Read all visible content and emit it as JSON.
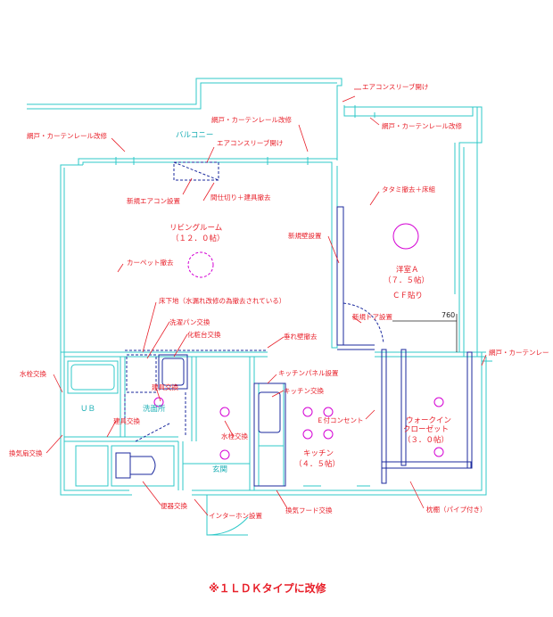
{
  "rooms": {
    "balcony": "バルコニー",
    "living": "リビングルーム",
    "living_size": "（１２．０帖）",
    "western": "洋室Ａ",
    "western_size": "（７．５帖）",
    "western_cf": "ＣＦ貼り",
    "walkin_1": "ウォークイン",
    "walkin_2": "クローゼット",
    "walkin_size": "（３．０帖）",
    "kitchen": "キッチン",
    "kitchen_size": "（４．５帖）",
    "ub": "ＵＢ",
    "washroom": "洗面所",
    "entrance": "玄関"
  },
  "notes": {
    "sleeve_top": "エアコンスリーブ開け",
    "screen_rail_west": "網戸・カーテンレール改修",
    "screen_rail_left": "網戸・カーテンレール改修",
    "screen_rail_center": "網戸・カーテンレール改修",
    "screen_rail_right": "網戸・カーテンレー",
    "sleeve_balcony": "エアコンスリーブ開け",
    "new_aircon": "新規エアコン設置",
    "partition_remove": "間仕切り＋建具撤去",
    "tatami": "タタミ撤去＋床組",
    "new_wall": "新規壁設置",
    "carpet": "カーペット撤去",
    "floor_base": "床下地（水漏れ改修の為撤去されている）",
    "new_door": "新規ドア設置",
    "washer_pan": "洗濯パン交換",
    "vanity": "化粧台交換",
    "drop_wall": "垂れ壁撤去",
    "faucet_ub": "水栓交換",
    "fitting_1": "建具交換",
    "kitchen_panel": "キッチンパネル設置",
    "kitchen_swap": "キッチン交換",
    "e_outlet": "Ｅ付コンセント",
    "fitting_2": "建具交換",
    "vent_fan": "換気扇交換",
    "faucet_kitchen": "水栓交換",
    "toilet": "便器交換",
    "intercom": "インターホン設置",
    "range_hood": "換気フード交換",
    "shelf": "枕棚（パイプ付き）"
  },
  "dimension": "760",
  "caption": "※１ＬＤＫタイプに改修"
}
